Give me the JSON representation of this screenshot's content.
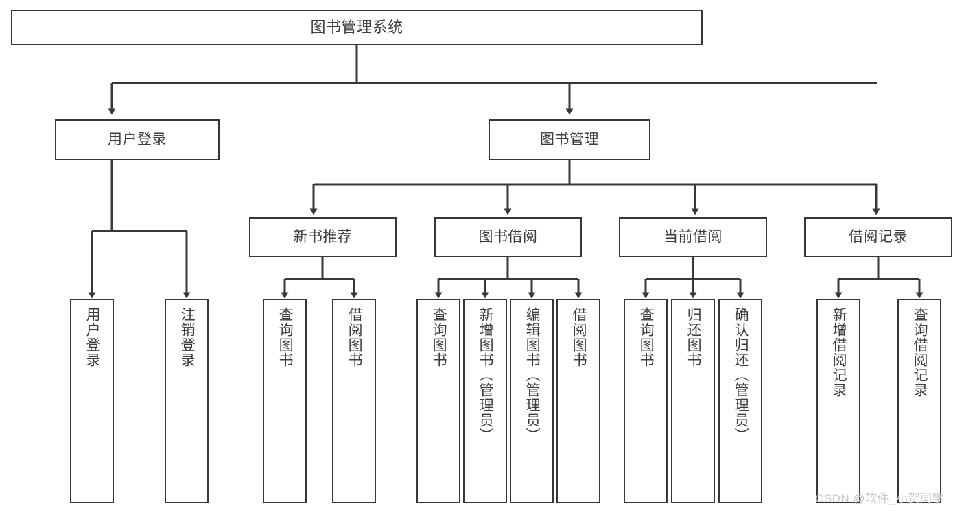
{
  "diagram": {
    "title": "图书管理系统",
    "type": "tree",
    "stroke_color": "#33383c",
    "text_color": "#3d3d3d",
    "background_color": "#ffffff",
    "levels": [
      {
        "level": 0,
        "nodes": [
          {
            "id": "root",
            "label": "图书管理系统"
          }
        ]
      },
      {
        "level": 1,
        "nodes": [
          {
            "id": "user-login",
            "label": "用户登录",
            "parent": "root"
          },
          {
            "id": "book-manage",
            "label": "图书管理",
            "parent": "root"
          }
        ]
      },
      {
        "level": 2,
        "nodes": [
          {
            "id": "new-book-rec",
            "label": "新书推荐",
            "parent": "book-manage"
          },
          {
            "id": "book-borrow",
            "label": "图书借阅",
            "parent": "book-manage"
          },
          {
            "id": "current-borrow",
            "label": "当前借阅",
            "parent": "book-manage"
          },
          {
            "id": "borrow-record",
            "label": "借阅记录",
            "parent": "book-manage"
          }
        ]
      },
      {
        "level": 3,
        "nodes": [
          {
            "id": "leaf-user-login",
            "label": "用户登录",
            "parent": "user-login"
          },
          {
            "id": "leaf-user-logout",
            "label": "注销登录",
            "parent": "user-login"
          },
          {
            "id": "leaf-query-book-1",
            "label": "查询图书",
            "parent": "new-book-rec"
          },
          {
            "id": "leaf-borrow-book-1",
            "label": "借阅图书",
            "parent": "new-book-rec"
          },
          {
            "id": "leaf-query-book-2",
            "label": "查询图书",
            "parent": "book-borrow"
          },
          {
            "id": "leaf-add-book",
            "label": "新增图书（管理员）",
            "parent": "book-borrow"
          },
          {
            "id": "leaf-edit-book",
            "label": "编辑图书（管理员）",
            "parent": "book-borrow"
          },
          {
            "id": "leaf-borrow-book-2",
            "label": "借阅图书",
            "parent": "book-borrow"
          },
          {
            "id": "leaf-query-book-3",
            "label": "查询图书",
            "parent": "current-borrow"
          },
          {
            "id": "leaf-return-book",
            "label": "归还图书",
            "parent": "current-borrow"
          },
          {
            "id": "leaf-confirm-return",
            "label": "确认归还（管理员）",
            "parent": "current-borrow"
          },
          {
            "id": "leaf-add-record",
            "label": "新增借阅记录",
            "parent": "borrow-record"
          },
          {
            "id": "leaf-query-record",
            "label": "查询借阅记录",
            "parent": "borrow-record"
          }
        ]
      }
    ]
  },
  "watermark": {
    "text": "CSDN @软件_小贺同学"
  }
}
